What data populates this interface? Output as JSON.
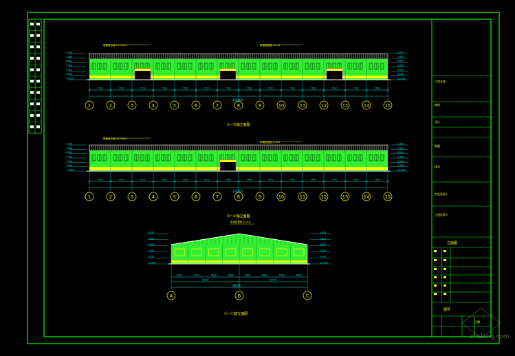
{
  "colors": {
    "background": "#000000",
    "frame": "#00ff00",
    "wall": "#33ee33",
    "window": "#ffff00",
    "dim": "#00e5e5",
    "grid_bubble": "#ffff00",
    "roof": "#ffffff",
    "door": "#ff33ff",
    "title_text": "#ffff00"
  },
  "title_block": {
    "header_marker": "工程名称",
    "row_labels": [
      "审核",
      "设计",
      "制图",
      "校对",
      "专业负责人",
      "工程负责人"
    ],
    "drawing_name": "立面图",
    "sheet_label": "图号",
    "date_label": "日期"
  },
  "elevation_1": {
    "title": "①~⑮轴立面图",
    "axes": [
      "1",
      "2",
      "3",
      "4",
      "5",
      "6",
      "7",
      "8",
      "9",
      "10",
      "11",
      "12",
      "13",
      "14",
      "15"
    ],
    "spans": [
      "7500",
      "7500",
      "7500",
      "7500",
      "7500",
      "7500",
      "7500",
      "7500",
      "7500",
      "7500",
      "7500",
      "7500",
      "7500",
      "7500"
    ],
    "total": "105000",
    "level_labels": [
      "9.300",
      "7.800",
      "6.600",
      "5.400",
      "4.200",
      "3.000",
      "±0.000"
    ],
    "note_left": "彩钢夹芯板 δ=75mm",
    "note_right": "彩钢压型板 δ=0.6"
  },
  "elevation_2": {
    "title": "⑮~①轴立面图",
    "axes": [
      "1",
      "2",
      "3",
      "4",
      "5",
      "6",
      "7",
      "8",
      "9",
      "10",
      "11",
      "12",
      "13",
      "14",
      "15"
    ],
    "spans": [
      "7500",
      "7500",
      "7500",
      "7500",
      "7500",
      "7500",
      "7500",
      "7500",
      "7500",
      "7500",
      "7500",
      "7500",
      "7500",
      "7500"
    ],
    "total": "105000",
    "level_labels": [
      "9.300",
      "7.800",
      "6.600",
      "5.400",
      "4.200",
      "3.000",
      "±0.000"
    ],
    "note_left": "彩钢夹芯板 δ=75mm",
    "note_right": "彩钢压型板 δ=0.6"
  },
  "elevation_3": {
    "title": "Ⓐ~Ⓒ轴立面图",
    "axes": [
      "A",
      "B",
      "C"
    ],
    "spans": [
      "6000",
      "6000",
      "6000",
      "6000",
      "6000",
      "6000",
      "6000",
      "6000"
    ],
    "totals": [
      "24000",
      "24000"
    ],
    "grand_total": "48000",
    "level_labels": [
      "9.300",
      "7.800",
      "6.600",
      "5.400",
      "4.200",
      "±0.000"
    ],
    "note_top": "彩钢压型板 δ=0.6"
  },
  "watermark": "zhulong.com"
}
